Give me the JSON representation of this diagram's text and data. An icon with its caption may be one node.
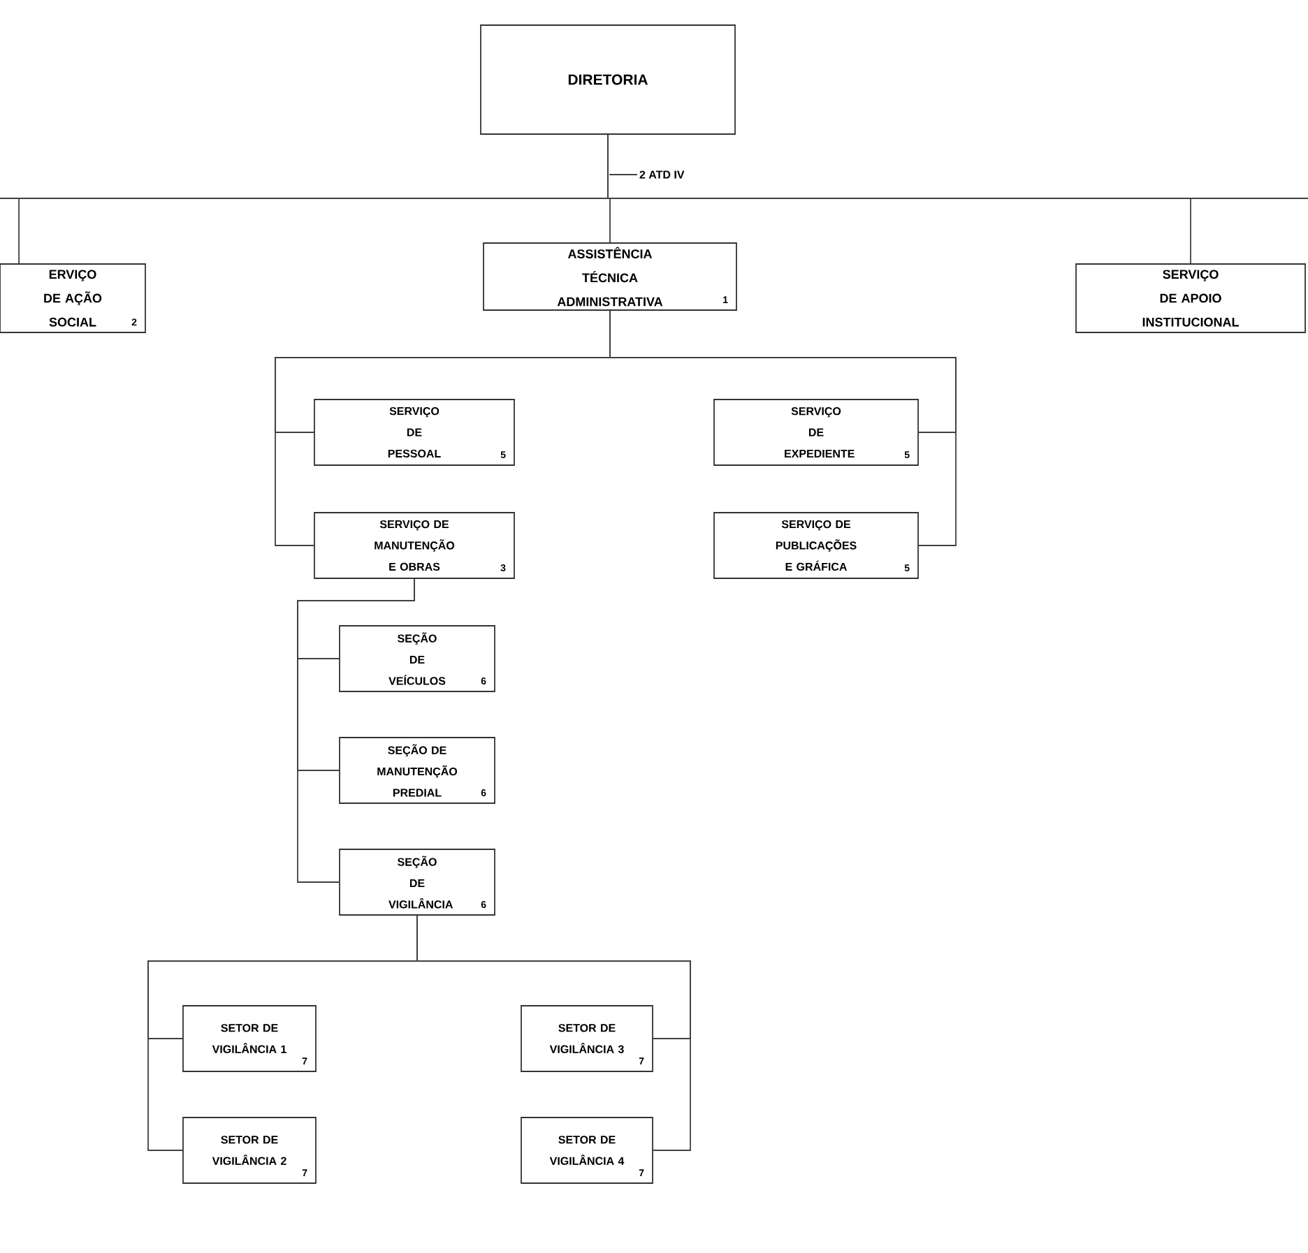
{
  "diagram": {
    "nodes": [
      {
        "text": [
          "DIRETORIA"
        ]
      },
      {
        "text": [
          "ERVIÇO DE AÇÃO SOCIAL",
          "2"
        ]
      },
      {
        "text": [
          "ASSISTÊNCIA TÉCNICA ADMINISTRATIVA",
          "1"
        ]
      },
      {
        "text": [
          "SERVIÇO DE APOIO INSTITUCIONAL"
        ]
      },
      {
        "text": [
          "SERVIÇO DE PESSOAL",
          "5"
        ]
      },
      {
        "text": [
          "SERVIÇO DE MANUTENÇÃO E OBRAS",
          "3"
        ]
      },
      {
        "text": [
          "SERVIÇO DE EXPEDIENTE",
          "5"
        ]
      },
      {
        "text": [
          "SERVIÇO DE PUBLICAÇÕES E GRÁFICA",
          "5"
        ]
      },
      {
        "text": [
          "SEÇÃO DE VEÍCULOS",
          "6"
        ]
      },
      {
        "text": [
          "SEÇÃO DE MANUTENÇÃO PREDIAL",
          "6"
        ]
      },
      {
        "text": [
          "SEÇÃO DE VIGILÂNCIA",
          "6"
        ]
      },
      {
        "text": [
          "SETOR DE VIGILÂNCIA 1",
          "7"
        ]
      },
      {
        "text": [
          "SETOR DE VIGILÂNCIA 2",
          "7"
        ]
      },
      {
        "text": [
          "SETOR DE VIGILÂNCIA 3",
          "7"
        ]
      },
      {
        "text": [
          "SETOR DE VIGILÂNCIA 4",
          "7"
        ]
      },
      {
        "text": [
          "2 ATD IV"
        ]
      }
    ],
    "edges": [
      {
        "from": 0,
        "to": 1,
        "arrow": "none"
      },
      {
        "from": 0,
        "to": 2,
        "arrow": "none"
      },
      {
        "from": 0,
        "to": 3,
        "arrow": "none"
      },
      {
        "from": 2,
        "to": 4,
        "arrow": "none"
      },
      {
        "from": 2,
        "to": 5,
        "arrow": "none"
      },
      {
        "from": 2,
        "to": 6,
        "arrow": "none"
      },
      {
        "from": 2,
        "to": 7,
        "arrow": "none"
      },
      {
        "from": 5,
        "to": 8,
        "arrow": "none"
      },
      {
        "from": 5,
        "to": 9,
        "arrow": "none"
      },
      {
        "from": 5,
        "to": 10,
        "arrow": "none"
      },
      {
        "from": 10,
        "to": 11,
        "arrow": "none"
      },
      {
        "from": 10,
        "to": 12,
        "arrow": "none"
      },
      {
        "from": 10,
        "to": 13,
        "arrow": "none"
      },
      {
        "from": 10,
        "to": 14,
        "arrow": "none"
      },
      {
        "from": 15,
        "to": null,
        "arrow": "none"
      }
    ]
  }
}
